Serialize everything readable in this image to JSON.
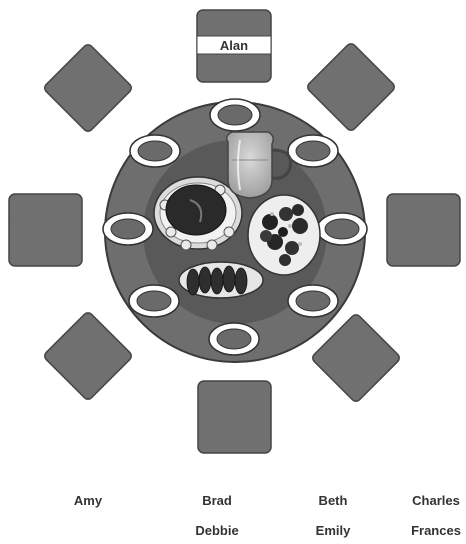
{
  "seats": [
    {
      "id": "top",
      "assigned_name": "Alan"
    },
    {
      "id": "top-right",
      "assigned_name": ""
    },
    {
      "id": "right",
      "assigned_name": ""
    },
    {
      "id": "bottom-right",
      "assigned_name": ""
    },
    {
      "id": "bottom",
      "assigned_name": ""
    },
    {
      "id": "bottom-left",
      "assigned_name": ""
    },
    {
      "id": "left",
      "assigned_name": ""
    },
    {
      "id": "top-left",
      "assigned_name": ""
    }
  ],
  "name_cards": {
    "row1": [
      "Amy",
      "Brad",
      "Beth",
      "Charles"
    ],
    "row2": [
      "Debbie",
      "Emily",
      "Frances"
    ]
  },
  "colors": {
    "seat_fill": "#707070",
    "table_outer": "#6e6e6e",
    "table_inner": "#585858",
    "plate_rim": "#ffffff",
    "plate_center": "#6a6a6a",
    "text": "#333333"
  },
  "icons": {
    "pitcher": "water-pitcher-icon",
    "turkey_platter": "roast-platter-icon",
    "fruit_plate": "fruit-plate-icon",
    "corn_plate": "corn-plate-icon"
  }
}
